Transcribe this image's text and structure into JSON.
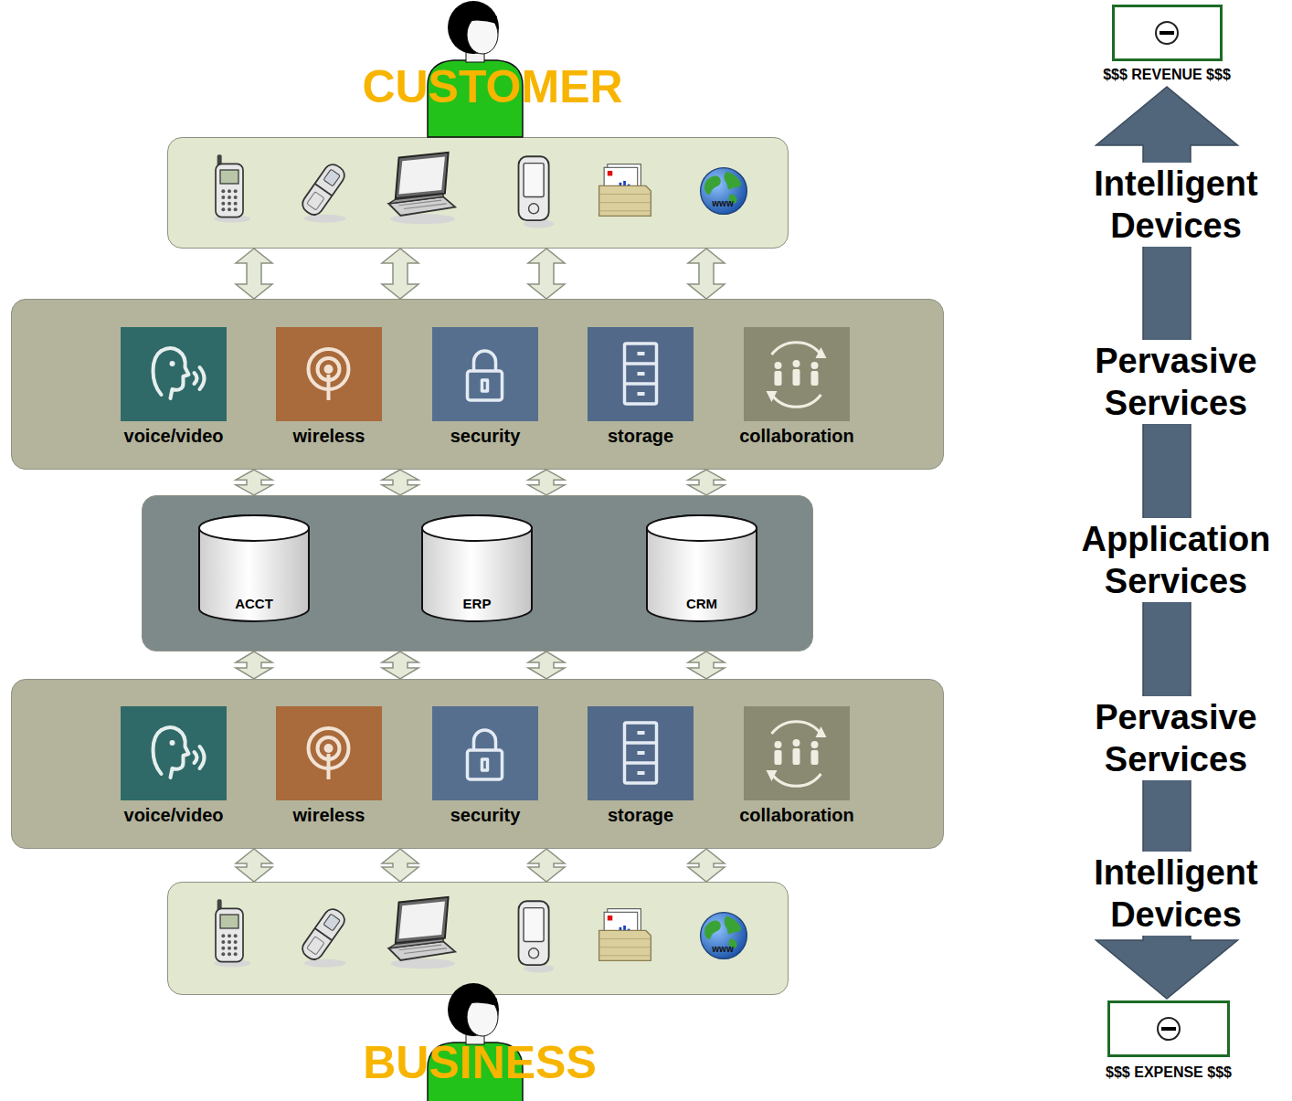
{
  "diagram": {
    "nodes": [
      {
        "text": []
      },
      {
        "text": []
      },
      {
        "text": [
          "voice/video"
        ],
        "in": 1
      },
      {
        "text": [
          "wireless"
        ],
        "in": 1
      },
      {
        "text": [
          "security"
        ],
        "in": 1
      },
      {
        "text": [
          "storage"
        ],
        "in": 1
      },
      {
        "text": [
          "collaboration"
        ],
        "in": 1
      },
      {
        "text": []
      },
      {
        "text": [
          "ACCT"
        ],
        "in": 7
      },
      {
        "text": [
          "ERP"
        ],
        "in": 7
      },
      {
        "text": [
          "CRM"
        ],
        "in": 7
      },
      {
        "text": []
      },
      {
        "text": [
          "voice/video"
        ],
        "in": 11
      },
      {
        "text": [
          "wireless"
        ],
        "in": 11
      },
      {
        "text": [
          "security"
        ],
        "in": 11
      },
      {
        "text": [
          "storage"
        ],
        "in": 11
      },
      {
        "text": [
          "collaboration"
        ],
        "in": 11
      },
      {
        "text": []
      },
      {
        "text": [
          "$$$ REVENUE $$$"
        ]
      },
      {
        "text": [
          "$$$ EXPENSE $$$"
        ]
      }
    ],
    "edges": [
      {
        "from": 0,
        "to": 1,
        "arrow": "both"
      },
      {
        "from": 0,
        "to": 1,
        "arrow": "both"
      },
      {
        "from": 0,
        "to": 1,
        "arrow": "both"
      },
      {
        "from": 0,
        "to": 1,
        "arrow": "both"
      },
      {
        "from": 1,
        "to": 7,
        "arrow": "both"
      },
      {
        "from": 1,
        "to": 7,
        "arrow": "both"
      },
      {
        "from": 1,
        "to": 7,
        "arrow": "both"
      },
      {
        "from": 1,
        "to": 7,
        "arrow": "both"
      },
      {
        "from": 8,
        "to": 9,
        "arrow": "both"
      },
      {
        "from": 9,
        "to": 10,
        "arrow": "both"
      },
      {
        "from": 7,
        "to": 11,
        "arrow": "both"
      },
      {
        "from": 7,
        "to": 11,
        "arrow": "both"
      },
      {
        "from": 7,
        "to": 11,
        "arrow": "both"
      },
      {
        "from": 7,
        "to": 11,
        "arrow": "both"
      },
      {
        "from": 11,
        "to": 17,
        "arrow": "both"
      },
      {
        "from": 11,
        "to": 17,
        "arrow": "both"
      },
      {
        "from": 11,
        "to": 17,
        "arrow": "both"
      },
      {
        "from": 11,
        "to": 17,
        "arrow": "both"
      },
      {
        "from": 18,
        "to": 19,
        "arrow": "both"
      }
    ],
    "labels": [
      "CUSTOMER",
      "www",
      "Intelligent Devices",
      "Pervasive Services",
      "Application Services",
      "Pervasive Services",
      "Intelligent Devices",
      "www",
      "BUSINESS"
    ]
  }
}
